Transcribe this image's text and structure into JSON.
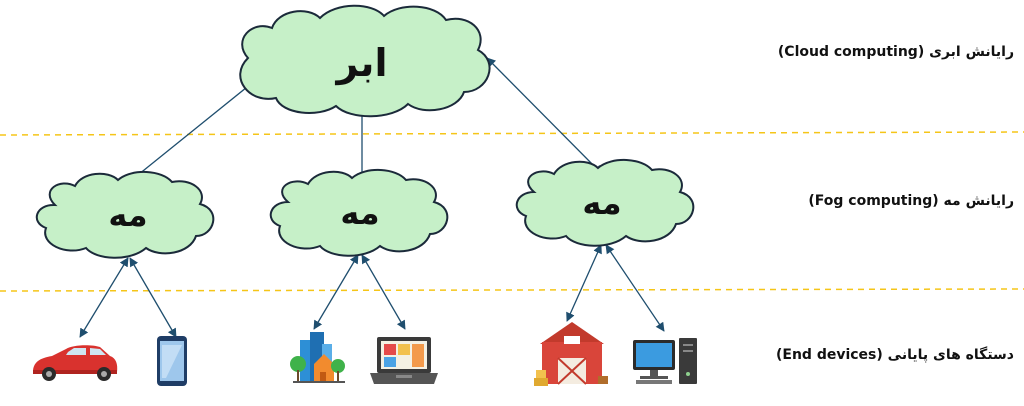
{
  "cloud": {
    "label": "ابر"
  },
  "fog_nodes": [
    {
      "label": "مه"
    },
    {
      "label": "مه"
    },
    {
      "label": "مه"
    }
  ],
  "layers": {
    "cloud": {
      "fa": "رایانش ابری",
      "en": "Cloud computing"
    },
    "fog": {
      "fa": "رایانش مه",
      "en": "Fog computing"
    },
    "end": {
      "fa": "دستگاه های پایانی",
      "en": "End devices"
    }
  },
  "devices": [
    "car",
    "smartphone",
    "city-buildings",
    "laptop",
    "barn",
    "desktop-computer"
  ],
  "colors": {
    "cloud_fill": "#c6f0c8",
    "cloud_stroke": "#1b2a3a",
    "arrow": "#1f4e6e",
    "divider": "#f5c518"
  }
}
